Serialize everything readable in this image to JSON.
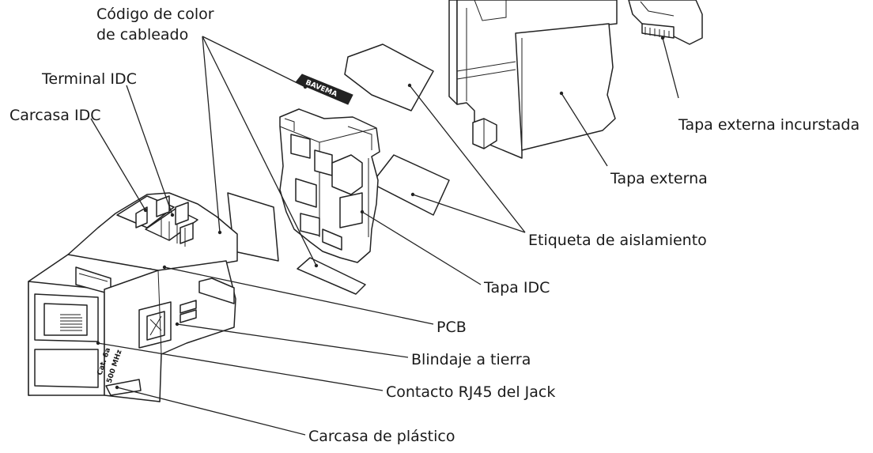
{
  "diagram": {
    "labels": {
      "codigo_line1": "Código de color",
      "codigo_line2": "de cableado",
      "terminal_idc": "Terminal IDC",
      "carcasa_idc": "Carcasa IDC",
      "tapa_externa_incurstada": "Tapa externa incurstada",
      "tapa_externa": "Tapa externa",
      "etiqueta_aislamiento": "Etiqueta de aislamiento",
      "tapa_idc": "Tapa IDC",
      "pcb": "PCB",
      "blindaje_tierra": "Blindaje a tierra",
      "contacto_rj45": "Contacto RJ45 del Jack",
      "carcasa_plastico": "Carcasa de plástico"
    },
    "jack_marking": {
      "line1": "Cat. 6a",
      "line2": "500 MHz"
    },
    "color_code_strip": "BAVEMA"
  }
}
